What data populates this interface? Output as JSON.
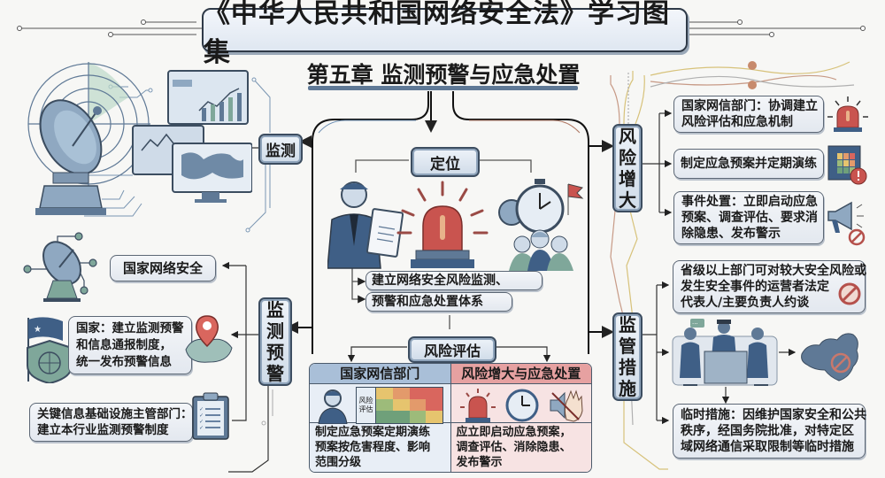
{
  "title": "《中华人民共和国网络安全法》学习图集",
  "chapter": "第五章  监测预警与应急处置",
  "nodes": {
    "monitor": "监测",
    "positioning": "定位",
    "warning": [
      "监",
      "测",
      "预",
      "警"
    ],
    "risk_assessment": "风险评估",
    "risk_increase": [
      "风",
      "险",
      "增",
      "大"
    ],
    "supervision": [
      "监",
      "管",
      "措",
      "施"
    ]
  },
  "positioning_goal": [
    "建立网络安全风险监测、",
    "预警和应急处置体系"
  ],
  "warning_items": [
    {
      "lines": [
        "国家网络安全"
      ]
    },
    {
      "lines": [
        "国家：建立监测预警",
        "和信息通报制度，",
        "统一发布预警信息"
      ]
    },
    {
      "lines": [
        "关键信息基础设施主管部门：",
        "建立本行业监测预警制度"
      ]
    }
  ],
  "risk_assessment_table": {
    "left": {
      "header": "国家网信部门",
      "matrix_label": [
        "风险",
        "评估"
      ],
      "text": [
        "制定应急预案定期演练",
        "预案按危害程度、影响",
        "范围分级"
      ]
    },
    "right": {
      "header": "风险增大与应急处置",
      "text": [
        "应立即启动应急预案，",
        "调查评估、消除隐患、",
        "发布警示"
      ]
    }
  },
  "risk_increase_items": [
    {
      "lines": [
        "国家网信部门：协调建立",
        "风险评估和应急机制"
      ],
      "icon": "siren-icon"
    },
    {
      "lines": [
        "制定应急预案并定期演练"
      ],
      "icon": "risk-matrix-icon"
    },
    {
      "lines": [
        "事件处置：立即启动应急",
        "预案、调查评估、要求消",
        "除隐患、发布警示"
      ],
      "icon": "megaphone-icon"
    }
  ],
  "supervision_items": [
    {
      "lines": [
        "省级以上部门可对较大安全风险或",
        "发生安全事件的运营者法定",
        "代表人/主要负责人约谈"
      ],
      "icon": "prohibited-icon"
    },
    {
      "lines": [
        "临时措施：因维护国家安全和公共",
        "秩序，经国务院批准，对特定区",
        "域网络通信采取限制等临时措施"
      ]
    }
  ],
  "colors": {
    "node_blue": "#cfdbe8",
    "accent_blue": "#5f7996",
    "alert_red": "#c9544f",
    "risk_header_blue": "#a9bfd8",
    "risk_header_red": "#e6a1a1"
  }
}
